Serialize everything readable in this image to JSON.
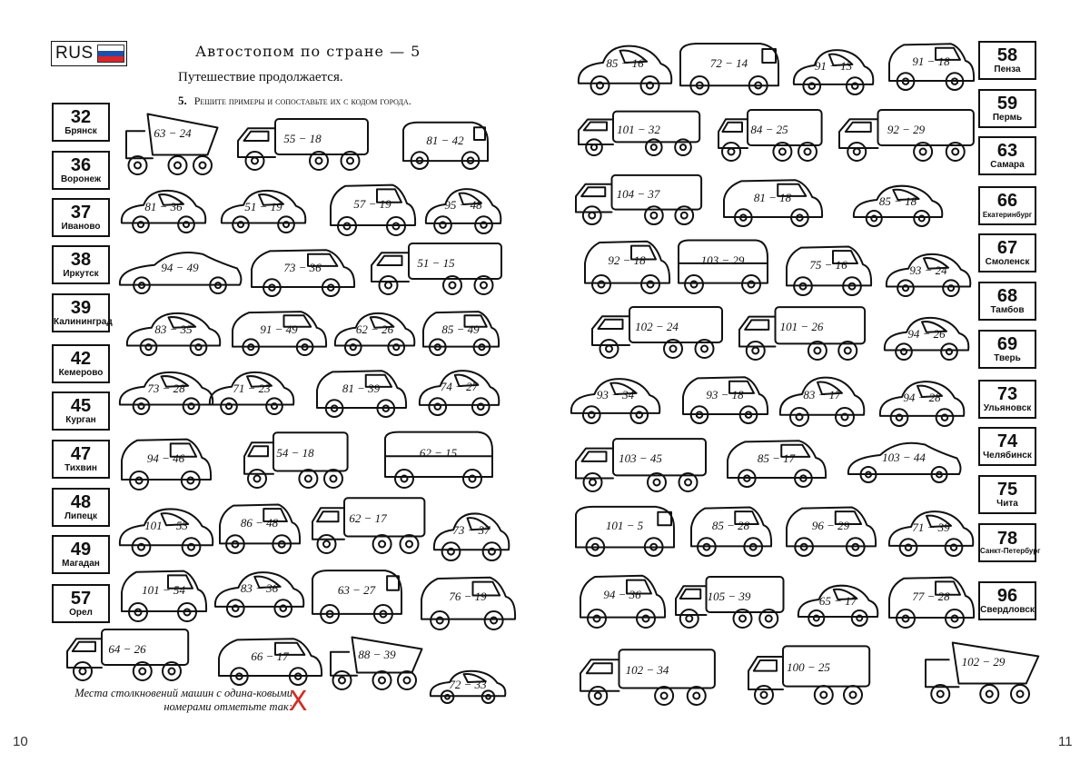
{
  "left_page": {
    "badge": "RUS",
    "title": "Автостопом по стране — 5",
    "subtitle": "Путешествие продолжается.",
    "task_number": "5.",
    "task_text": "Решите примеры и сопоставьте их с кодом города.",
    "note": "Места столкновений машин с одина-ковыми номерами отметьте так:",
    "note_mark": "X",
    "page_number": "10"
  },
  "right_page": {
    "page_number": "11"
  },
  "colors": {
    "flag_white": "#ffffff",
    "flag_blue": "#1f4fa8",
    "flag_red": "#d8262c",
    "mark_red": "#d82a20"
  },
  "codes_left": [
    {
      "num": "32",
      "city": "Брянск"
    },
    {
      "num": "36",
      "city": "Воронеж"
    },
    {
      "num": "37",
      "city": "Иваново"
    },
    {
      "num": "38",
      "city": "Иркутск"
    },
    {
      "num": "39",
      "city": "Калининград"
    },
    {
      "num": "42",
      "city": "Кемерово"
    },
    {
      "num": "45",
      "city": "Курган"
    },
    {
      "num": "47",
      "city": "Тихвин"
    },
    {
      "num": "48",
      "city": "Липецк"
    },
    {
      "num": "49",
      "city": "Магадан"
    },
    {
      "num": "57",
      "city": "Орел"
    }
  ],
  "codes_right": [
    {
      "num": "58",
      "city": "Пенза"
    },
    {
      "num": "59",
      "city": "Пермь"
    },
    {
      "num": "63",
      "city": "Самара"
    },
    {
      "num": "66",
      "city": "Екатеринбург"
    },
    {
      "num": "67",
      "city": "Смоленск"
    },
    {
      "num": "68",
      "city": "Тамбов"
    },
    {
      "num": "69",
      "city": "Тверь"
    },
    {
      "num": "73",
      "city": "Ульяновск"
    },
    {
      "num": "74",
      "city": "Челябинск"
    },
    {
      "num": "75",
      "city": "Чита"
    },
    {
      "num": "78",
      "city": "Санкт-Петербург"
    },
    {
      "num": "96",
      "city": "Свердловск"
    }
  ],
  "vehicles_left": [
    {
      "expr": "63 − 24",
      "kind": "dump"
    },
    {
      "expr": "55 − 18",
      "kind": "truck"
    },
    {
      "expr": "81 − 42",
      "kind": "van"
    },
    {
      "expr": "81 − 36",
      "kind": "car"
    },
    {
      "expr": "51 − 19",
      "kind": "car"
    },
    {
      "expr": "57 − 19",
      "kind": "suv"
    },
    {
      "expr": "95 − 48",
      "kind": "car"
    },
    {
      "expr": "94 − 49",
      "kind": "sedan"
    },
    {
      "expr": "73 − 36",
      "kind": "suv"
    },
    {
      "expr": "51 − 15",
      "kind": "truck"
    },
    {
      "expr": "83 − 35",
      "kind": "car"
    },
    {
      "expr": "91 − 49",
      "kind": "suv"
    },
    {
      "expr": "62 − 26",
      "kind": "car"
    },
    {
      "expr": "85 − 49",
      "kind": "suv"
    },
    {
      "expr": "73 − 28",
      "kind": "car"
    },
    {
      "expr": "71 − 23",
      "kind": "car"
    },
    {
      "expr": "81 − 39",
      "kind": "suv"
    },
    {
      "expr": "74 − 27",
      "kind": "car"
    },
    {
      "expr": "94 − 46",
      "kind": "suv"
    },
    {
      "expr": "54 − 18",
      "kind": "truck"
    },
    {
      "expr": "62 − 15",
      "kind": "bus"
    },
    {
      "expr": "101 − 53",
      "kind": "car"
    },
    {
      "expr": "86 − 48",
      "kind": "suv"
    },
    {
      "expr": "62 − 17",
      "kind": "truck"
    },
    {
      "expr": "73 − 37",
      "kind": "car"
    },
    {
      "expr": "101 − 54",
      "kind": "suv"
    },
    {
      "expr": "83 − 36",
      "kind": "car"
    },
    {
      "expr": "63 − 27",
      "kind": "van"
    },
    {
      "expr": "76 − 19",
      "kind": "suv"
    },
    {
      "expr": "64 − 26",
      "kind": "truck"
    },
    {
      "expr": "66 − 17",
      "kind": "suv"
    },
    {
      "expr": "88 − 39",
      "kind": "dump"
    },
    {
      "expr": "72 − 33",
      "kind": "car"
    }
  ],
  "vehicles_right": [
    {
      "expr": "85 − 16",
      "kind": "car"
    },
    {
      "expr": "72 − 14",
      "kind": "van"
    },
    {
      "expr": "91 − 13",
      "kind": "car"
    },
    {
      "expr": "91 − 18",
      "kind": "suv"
    },
    {
      "expr": "101 − 32",
      "kind": "truck"
    },
    {
      "expr": "84 − 25",
      "kind": "truck"
    },
    {
      "expr": "92 − 29",
      "kind": "truck"
    },
    {
      "expr": "104 − 37",
      "kind": "truck"
    },
    {
      "expr": "81 − 18",
      "kind": "suv"
    },
    {
      "expr": "85 − 18",
      "kind": "car"
    },
    {
      "expr": "92 − 18",
      "kind": "suv"
    },
    {
      "expr": "103 − 29",
      "kind": "bus"
    },
    {
      "expr": "75 − 16",
      "kind": "suv"
    },
    {
      "expr": "93 − 24",
      "kind": "car"
    },
    {
      "expr": "102 − 24",
      "kind": "truck"
    },
    {
      "expr": "101 − 26",
      "kind": "truck"
    },
    {
      "expr": "94 − 26",
      "kind": "car"
    },
    {
      "expr": "93 − 34",
      "kind": "car"
    },
    {
      "expr": "93 − 18",
      "kind": "suv"
    },
    {
      "expr": "83 − 17",
      "kind": "car"
    },
    {
      "expr": "94 − 28",
      "kind": "car"
    },
    {
      "expr": "103 − 45",
      "kind": "truck"
    },
    {
      "expr": "85 − 17",
      "kind": "suv"
    },
    {
      "expr": "103 − 44",
      "kind": "sedan"
    },
    {
      "expr": "101 − 5",
      "kind": "van"
    },
    {
      "expr": "85 − 28",
      "kind": "suv"
    },
    {
      "expr": "96 − 29",
      "kind": "suv"
    },
    {
      "expr": "71 − 39",
      "kind": "car"
    },
    {
      "expr": "94 − 36",
      "kind": "suv"
    },
    {
      "expr": "105 − 39",
      "kind": "truck"
    },
    {
      "expr": "65 − 17",
      "kind": "car"
    },
    {
      "expr": "77 − 28",
      "kind": "suv"
    },
    {
      "expr": "102 − 34",
      "kind": "truck"
    },
    {
      "expr": "100 − 25",
      "kind": "truck"
    },
    {
      "expr": "102 − 29",
      "kind": "dump"
    }
  ]
}
